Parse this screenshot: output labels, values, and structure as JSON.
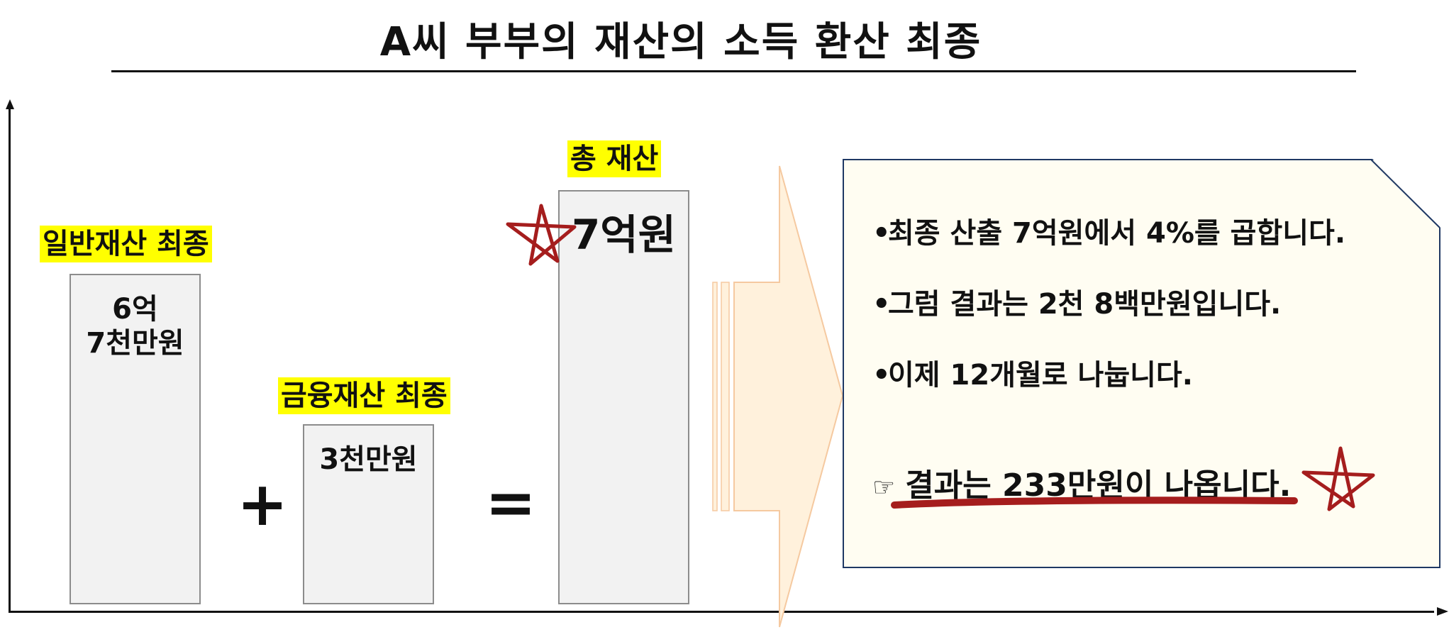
{
  "title": "A씨 부부의 재산의 소득 환산 최종",
  "operators": {
    "plus": "+",
    "equals": "="
  },
  "blocks": {
    "general": {
      "heading": "일반재산 최종",
      "value": "6억\n7천만원"
    },
    "financial": {
      "heading": "금융재산 최종",
      "value": "3천만원"
    },
    "total": {
      "heading": "총 재산",
      "value": "7억원"
    }
  },
  "colors": {
    "highlight": "#ffff00",
    "bar_fill": "#f2f2f2",
    "note_fill": "#fffdf2",
    "note_border": "#1f3864",
    "accent_red": "#a51d1d",
    "arrow_fill": "#fff1dc"
  },
  "note": {
    "bullets": [
      "최종 산출 7억원에서 4%를 곱합니다.",
      "그럼 결과는 2천 8백만원입니다.",
      "이제 12개월로 나눕니다."
    ],
    "result_icon": "pointing-hand-icon",
    "result_icon_glyph": "☞",
    "result": "결과는 233만원이 나옵니다.",
    "bullet_glyph": "•"
  }
}
